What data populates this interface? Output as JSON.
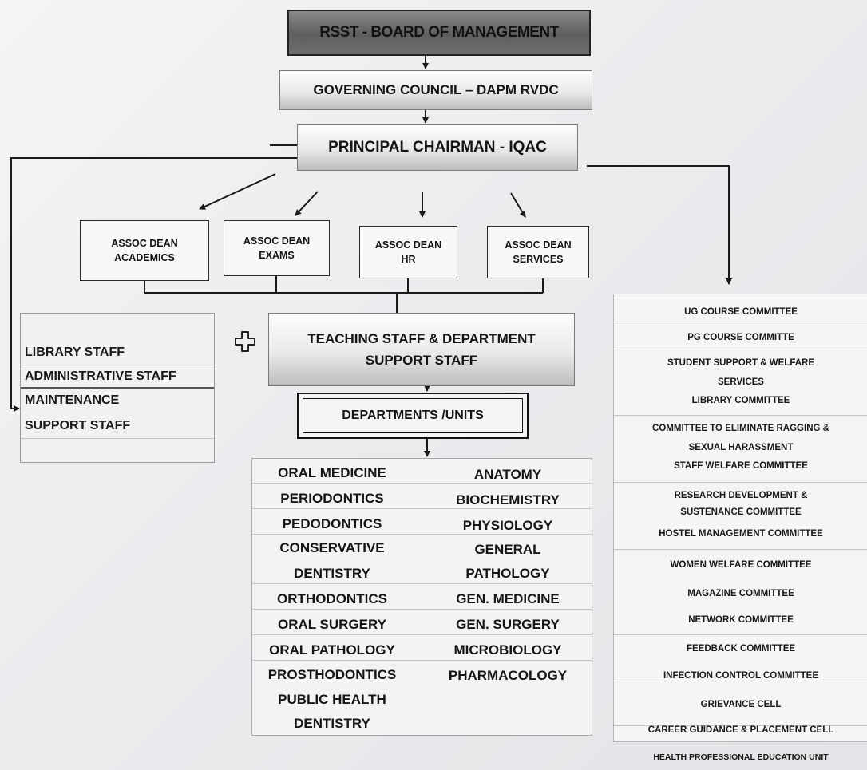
{
  "board": {
    "label": "RSST - BOARD OF MANAGEMENT"
  },
  "council": {
    "label": "GOVERNING COUNCIL – DAPM RVDC"
  },
  "principal": {
    "label": "PRINCIPAL CHAIRMAN - IQAC"
  },
  "deans": [
    {
      "line1": "ASSOC DEAN",
      "line2": "ACADEMICS"
    },
    {
      "line1": "ASSOC DEAN",
      "line2": "EXAMS"
    },
    {
      "line1": "ASSOC DEAN",
      "line2": "HR"
    },
    {
      "line1": "ASSOC DEAN",
      "line2": "SERVICES"
    }
  ],
  "staff": {
    "items": [
      "LIBRARY STAFF",
      "ADMINISTRATIVE STAFF",
      "MAINTENANCE",
      "SUPPORT STAFF"
    ]
  },
  "teaching": {
    "line1": "TEACHING STAFF & DEPARTMENT",
    "line2": "SUPPORT STAFF"
  },
  "departments_title": "DEPARTMENTS /UNITS",
  "departments": {
    "left": [
      "ORAL MEDICINE",
      "PERIODONTICS",
      "PEDODONTICS",
      "CONSERVATIVE",
      "DENTISTRY",
      "ORTHODONTICS",
      "ORAL SURGERY",
      "ORAL PATHOLOGY",
      "PROSTHODONTICS",
      "PUBLIC HEALTH",
      "DENTISTRY"
    ],
    "right": [
      "ANATOMY",
      "BIOCHEMISTRY",
      "PHYSIOLOGY",
      "GENERAL",
      "PATHOLOGY",
      "GEN. MEDICINE",
      "GEN. SURGERY",
      "MICROBIOLOGY",
      "PHARMACOLOGY"
    ]
  },
  "committees": [
    "UG COURSE COMMITTEE",
    "PG COURSE COMMITTE",
    "STUDENT SUPPORT & WELFARE",
    "SERVICES",
    "LIBRARY COMMITTEE",
    "COMMITTEE TO ELIMINATE RAGGING &",
    "SEXUAL HARASSMENT",
    "STAFF WELFARE COMMITTEE",
    "RESEARCH DEVELOPMENT &",
    "SUSTENANCE COMMITTEE",
    "HOSTEL MANAGEMENT COMMITTEE",
    "WOMEN WELFARE COMMITTEE",
    "MAGAZINE COMMITTEE",
    "NETWORK COMMITTEE",
    "FEEDBACK COMMITTEE",
    "INFECTION CONTROL COMMITTEE",
    "GRIEVANCE CELL",
    "CAREER GUIDANCE & PLACEMENT CELL"
  ],
  "hpeu": "HEALTH PROFESSIONAL EDUCATION UNIT",
  "plus_icon": "plus-outline-icon",
  "colors": {
    "board_fill": "#6f6f6f",
    "line": "#1a1a1a",
    "paper": "#ececef"
  }
}
